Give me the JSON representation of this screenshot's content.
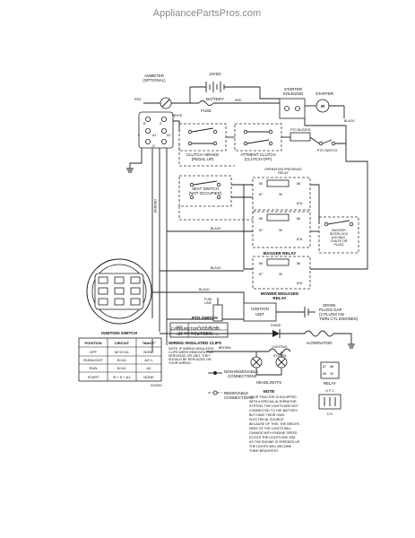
{
  "watermark": "AppliancePartsPros.com",
  "labels": {
    "battery_voltage": "12VDC",
    "ammeter": "AMMETER",
    "ammeter_optional": "(OPTIONAL)",
    "battery": "BATTERY",
    "fuse": "FUSE",
    "starter_solenoid_1": "STARTER",
    "starter_solenoid_2": "SOLENOID",
    "starter": "STARTER",
    "red": "RED",
    "black": "BLACK",
    "white": "WHITE",
    "orange": "ORANGE",
    "brown": "BROWN",
    "clutch_brake_1": "CLUTCH / BRAKE",
    "clutch_brake_2": "(PEDAL UP)",
    "attment_clutch_1": "ATTMENT CLUTCH",
    "attment_clutch_2": "(CLUTCH OFF)",
    "pto_buzzer": "PTO BUZZER",
    "pto_switch_small": "PTO SWITCH",
    "operation_presence_1": "OPERATION PRESENCE",
    "operation_presence_2": "RELAY",
    "seat_switch_1": "SEAT SWITCH",
    "seat_switch_2": "(NOT OCCUPIED)",
    "bagger_relay": "BAGGER RELAY",
    "bagger_interlock_1": "BAGGER",
    "bagger_interlock_2": "INTERLOCK",
    "bagger_interlock_3": "(NO BAG,",
    "bagger_interlock_4": "CHUTE OR",
    "bagger_interlock_5": "PLUG)",
    "mower_engaged_1": "MOWER ENGAGED",
    "mower_engaged_2": "RELAY",
    "ignition_unit_1": "IGNITION",
    "ignition_unit_2": "UNIT",
    "spark_plugs_1": "SPARK",
    "spark_plugs_2": "PLUGS GAP",
    "spark_plugs_3": "(2 PLUGS ON",
    "spark_plugs_4": "TWIN CYL ENGINES)",
    "fuel_line_1": "FUEL",
    "fuel_line_2": "LINE",
    "carburetor_1": "CARBURETOR SOLENOID",
    "carburetor_2": "(IF SO EQUIPPED)",
    "diode": "DIODE",
    "alternator": "ALTERNATOR",
    "lighting_coil_1": "LIGHTING",
    "lighting_coil_2": "SYSTEM",
    "headlights": "HEADLIGHTS",
    "relay": "RELAY",
    "relay_85": "85",
    "relay_86": "86",
    "relay_87": "87",
    "relay_87a": "87A",
    "relay_30": "30",
    "relay_gfc": "G F C",
    "relay_dk": "D K",
    "ignition_switch": "IGNITION SWITCH",
    "pto_switch_title": "PTO SWITCH",
    "wiring_note_1": "WIRING INSULATED CLIPS",
    "wiring_note_2": "NOTE: IF WIRING INSULATED",
    "wiring_note_3": "CLIPS WERE REMOVED FOR",
    "wiring_note_4": "SERVICING OR UNIT, THEY",
    "wiring_note_5": "SHOULD BE REPLACED ON",
    "wiring_note_6": "YOUR WIRING.",
    "non_removable_1": "NON-REMOVABLE",
    "non_removable_2": "CONNECTIONS",
    "removable_1": "REMOVABLE",
    "removable_2": "CONNECTIONS",
    "note_title": "NOTE",
    "note_1": "YOUR TRACTOR IS EQUIPPED",
    "note_2": "WITH A SPECIAL ALTERNATOR",
    "note_3": "SYSTEM. THE LIGHTS ARE NOT",
    "note_4": "CONNECTED TO THE BATTERY,",
    "note_5": "BUT HAVE THEIR OWN",
    "note_6": "ELECTRICAL SOURCE.",
    "note_7": "BECAUSE OF THIS, THE BRIGHT-",
    "note_8": "NESS OF THE LIGHTS WILL",
    "note_9": "CHANGE WITH ENGINE SPEED.",
    "note_10": "AT IDLE THE LIGHTS ARE DIM.",
    "note_11": "AS THE ENGINE IS SPEEDED UP,",
    "note_12": "THE LIGHTS WILL BECOME",
    "note_13": "THEIR BRIGHTEST.",
    "date_code": "02/2001",
    "ign_m": "M",
    "ign_b": "B",
    "ign_s": "S",
    "ign_l": "L",
    "ign_a1": "A1",
    "ign_a2": "A2",
    "ign_g": "G"
  },
  "ignition_table": {
    "headers": [
      "POSITION",
      "CIRCUIT",
      "\"MAKE\""
    ],
    "rows": [
      [
        "OFF",
        "M+G+A1",
        "NONE"
      ],
      [
        "RUN/LIGHT",
        "B+A1",
        "A2+L"
      ],
      [
        "RUN",
        "B+A1",
        "A2"
      ],
      [
        "START",
        "B + S + A1",
        "NONE"
      ]
    ]
  },
  "pto_table": {
    "rows": [
      [
        "OFF",
        "G + S, R + A"
      ],
      [
        "ON",
        "B + A1, S + C"
      ]
    ]
  }
}
